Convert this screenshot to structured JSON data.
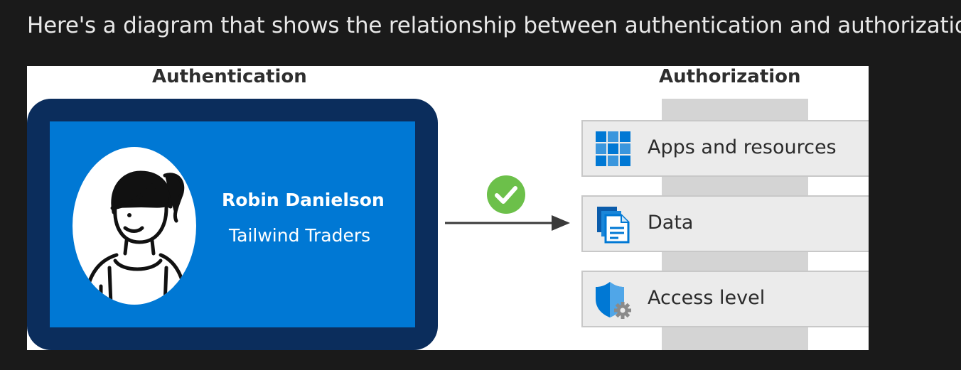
{
  "intro": {
    "text": "Here's a diagram that shows the relationship between authentication and authorization:"
  },
  "diagram": {
    "authentication": {
      "heading": "Authentication",
      "person_name": "Robin Danielson",
      "organization": "Tailwind Traders",
      "avatar_icon": "person-avatar-icon"
    },
    "connector": {
      "status_icon": "check-circle-icon",
      "arrow_icon": "arrow-right-icon"
    },
    "authorization": {
      "heading": "Authorization",
      "items": [
        {
          "label": "Apps and resources",
          "icon": "apps-grid-icon"
        },
        {
          "label": "Data",
          "icon": "documents-icon"
        },
        {
          "label": "Access level",
          "icon": "shield-gear-icon"
        }
      ]
    },
    "colors": {
      "card_outer": "#0b2d5c",
      "card_inner": "#0078d4",
      "check_green": "#6cc04a",
      "icon_blue": "#0078d4",
      "item_bg": "#ebebeb",
      "column_bg": "#d4d4d4"
    }
  }
}
